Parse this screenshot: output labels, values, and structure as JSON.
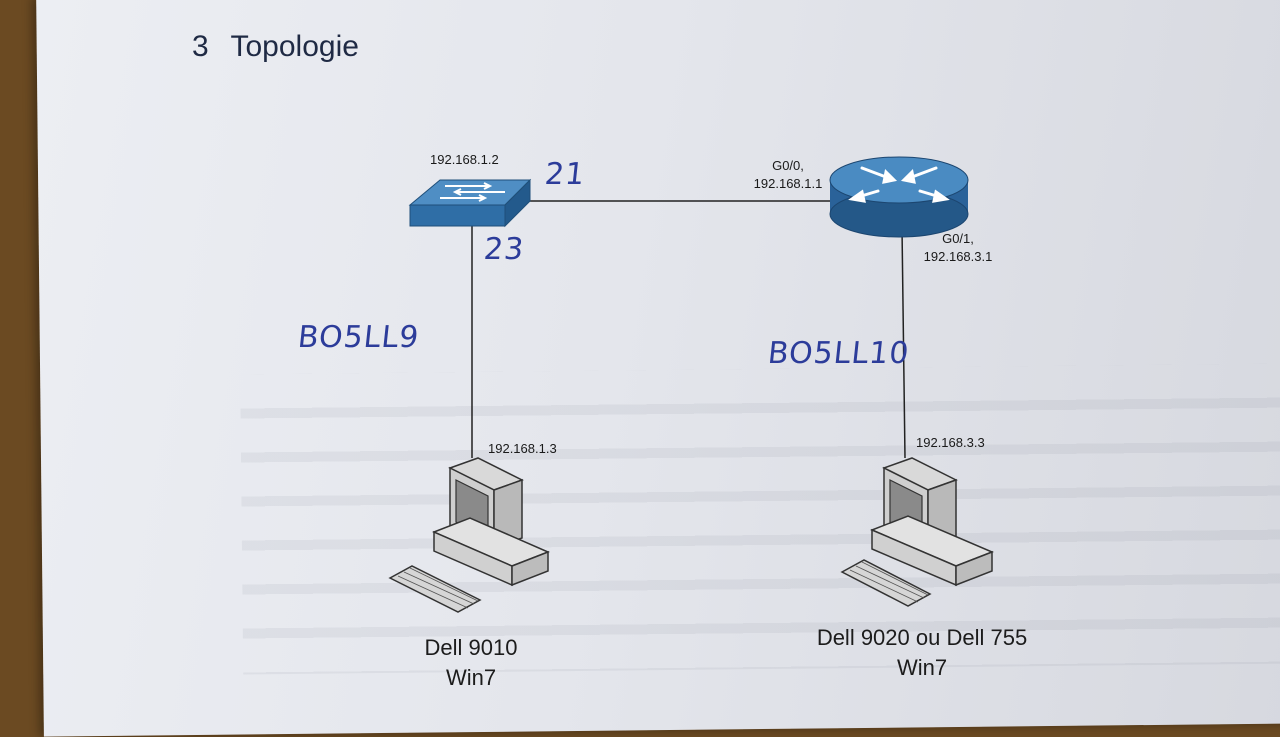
{
  "heading": {
    "number": "3",
    "title": "Topologie"
  },
  "switch": {
    "ip": "192.168.1.2",
    "port_up_handwritten": "21",
    "port_down_handwritten": "23"
  },
  "router": {
    "g00_line1": "G0/0,",
    "g00_line2": "192.168.1.1",
    "g01_line1": "G0/1,",
    "g01_line2": "192.168.3.1"
  },
  "left_link_handwritten": "BO5LL9",
  "right_link_handwritten": "BO5LL10",
  "pc_left": {
    "ip": "192.168.1.3",
    "name": "Dell 9010",
    "os": "Win7"
  },
  "pc_right": {
    "ip": "192.168.3.3",
    "name": "Dell 9020 ou Dell 755",
    "os": "Win7"
  },
  "colors": {
    "device_blue": "#2f6ea6",
    "ink_blue": "#2c3c9a",
    "paper": "#e6e8ee"
  }
}
